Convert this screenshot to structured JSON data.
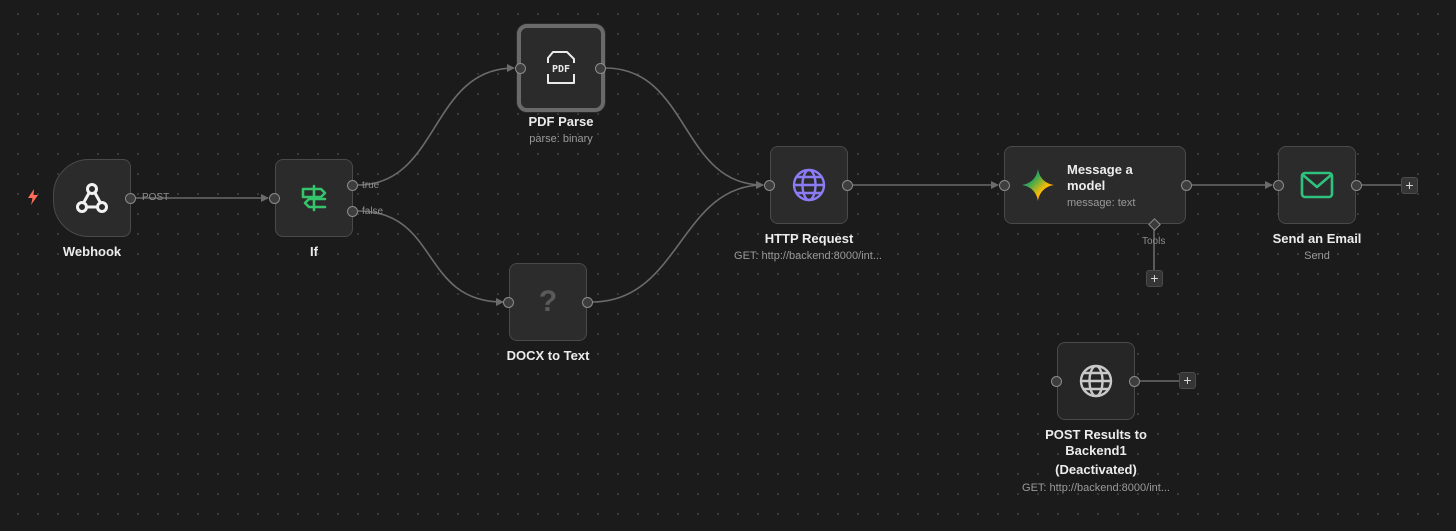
{
  "nodes": {
    "webhook": {
      "title": "Webhook",
      "output_label": "POST"
    },
    "if": {
      "title": "If",
      "true_label": "true",
      "false_label": "false"
    },
    "pdf_parse": {
      "title": "PDF Parse",
      "subtitle": "parse: binary",
      "icon_text": "PDF"
    },
    "docx_to_text": {
      "title": "DOCX to Text",
      "icon_text": "?"
    },
    "http_request": {
      "title": "HTTP Request",
      "subtitle": "GET: http://backend:8000/int..."
    },
    "message_model": {
      "title_line1": "Message a",
      "title_line2": "model",
      "subtitle": "message: text",
      "tools_label": "Tools"
    },
    "send_email": {
      "title": "Send an Email",
      "subtitle": "Send"
    },
    "post_results": {
      "title_line1": "POST Results to",
      "title_line2": "Backend1",
      "title_line3": "(Deactivated)",
      "subtitle": "GET: http://backend:8000/int..."
    }
  },
  "plus_label": "+",
  "colors": {
    "background": "#1b1b1b",
    "node_fill": "#2b2b2b",
    "node_border": "#4a4a4a",
    "wire": "#6b6b6b",
    "trigger_bolt": "#ff6d5a",
    "if_icon": "#35c46b",
    "globe_icon": "#8b7cf6",
    "email_icon": "#2ec27e",
    "deactivated_icon": "#c9c9c9"
  }
}
